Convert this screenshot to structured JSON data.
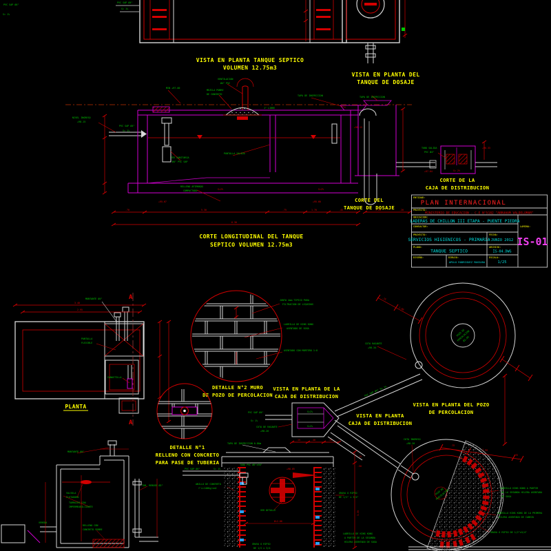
{
  "top": {
    "edge_pipe": "PVC SAP Ø4\"",
    "edge_slope": "S= 1%",
    "inlet_pipe": "PVC SAP Ø4\"",
    "inlet_slope": "S= 1%",
    "septic_plan_title_1": "VISTA EN PLANTA TANQUE SEPTICO",
    "septic_plan_title_2": "VOLUMEN 12.75m3",
    "dosaje_plan_title_1": "VISTA EN PLANTA DEL",
    "dosaje_plan_title_2": "TANQUE DE DOSAJE"
  },
  "corte": {
    "min_level": "MIN +97.00",
    "vent_1": "VENTILACION",
    "vent_2": "Ø4\" PVC",
    "mezcla_1": "MEZCLA POBRE",
    "mezcla_2": "DE CONCRETO",
    "libre": "1\" LIBRE",
    "tapa": "TAPA DE INSPECCION",
    "nivel_1": "NIVEL INGRESO",
    "nivel_2": "+98.15",
    "pvc": "PVC SAP Ø4\"",
    "slope": "S= 1%",
    "tee_1": "TEE SANITARIA",
    "tee_2": "Ø4\" PVC SAP",
    "pantalla": "PANTALLA SALIDA",
    "relleno_1": "RELLENO AFIRMADO",
    "relleno_2": "COMPACTADO",
    "s2_left": "S=2%",
    "s2_right": "S=2%",
    "lvl_left": "+95.67",
    "lvl_right": "+95.60",
    "d1": ".70",
    "d2": "5.30",
    "d3": ".75",
    "d4": "1.70",
    "d5": ".45",
    "total": "6.30",
    "dos1": "1.20",
    "dos2": ".20",
    "title_1": "CORTE LONGITUDINAL DEL TANQUE",
    "title_2": "SEPTICO VOLUMEN 12.75m3",
    "dosaje_title_1": "CORTE DEL",
    "dosaje_title_2": "TANQUE DE DOSAJE",
    "dosaje_tapa": "TAPA DE INSPECCION",
    "dosaje_lvl": "+98.13"
  },
  "caja_corte": {
    "tubo_1": "TUBO SALIDA",
    "tubo_2": "PVC Ø4\"",
    "lvl_in": "+97.64",
    "lvl_out": "+98.33",
    "slope": "S= 2%",
    "title_1": "CORTE DE LA",
    "title_2": "CAJA DE DISTRIBUCION"
  },
  "titleblock": {
    "l_entidad": "ENTIDAD:",
    "entidad": "PLAN INTERNACIONAL",
    "l_proyecto": "PROYECTO:",
    "proyecto": "MINISTERIO DE EDUCACION - C.E N°5182 \"ABRAHAM VALDELOMAR\"",
    "l_ubicacion": "UBICACION:",
    "ubicacion": "LADERAS DE CHILLON III ETAPA - PUENTE PIEDRA",
    "l_consultor": "CONSULTOR:",
    "l_proyecto2": "PROYECTO:",
    "proyecto2": "SERVICIOS HIGIENICOS - PRIMARIA",
    "l_fecha": "FECHA:",
    "fecha": "JUNIO 2012",
    "l_plano": "PLANO:",
    "plano": "TANQUE SEPTICO",
    "l_archivo": "ARCHIVO:",
    "archivo": "IS-04.DWG",
    "l_diseno": "DISEÑO:",
    "l_dibujo": "DIBUJO:",
    "dibujo": "APOLO RODRIGUEZ MASSARA",
    "l_escala": "ESCALA:",
    "escala": "1/25",
    "l_lamina": "LAMINA:",
    "lamina": "IS-01"
  },
  "planta": {
    "montante": "MONTANTE Ø4\"",
    "pantalla_1": "PANTALLA",
    "pantalla_2": "FLEXIBLE",
    "canastilla": "CANASTILLA",
    "marker_top": "A",
    "marker_bottom": "A",
    "title": "PLANTA",
    "dim_top": "3.40",
    "dim_top2": "2.95"
  },
  "detalle2": {
    "junta_1": "JUNTA 4mm TIPICO PARA",
    "junta_2": "FILTRACION DE LIQUIDOS",
    "ladrillo_1": "LADRILLO DE KING KONG",
    "ladrillo_2": "ASENTADO DE SOGA",
    "mortero": "ASENTADO CON MORTERO 1:8",
    "title_1": "DETALLE N°2 MURO",
    "title_2": "DE POZO DE PERCOLACION"
  },
  "detalle1": {
    "title_1": "DETALLE N°1",
    "title_2": "RELLENO CON CONCRETO",
    "title_3": "PARA PASE DE TUBERIA"
  },
  "caja_planta": {
    "title_1": "VISTA EN PLANTA DE LA",
    "title_2": "CAJA DE DISTRIBUCION",
    "pvc": "PVC SAP Ø4\"",
    "slope": "S= 1%",
    "cota_1": "COTA DE RASANTE",
    "cota_2": "+98.26",
    "s1": "S=2%",
    "s2": "S=2%",
    "dim1": ".15",
    "dim2": ".40",
    "dim3": ".15"
  },
  "pozo_planta": {
    "title_1": "VISTA EN PLANTA DEL POZO",
    "title_2": "DE PERCOLACION",
    "caja_title_1": "VISTA EN PLANTA",
    "caja_title_2": "CAJA DE DISTRIBUCION",
    "cota_1": "COTA RASANTE",
    "cota_2": "+98.34",
    "pipe": "PVC SAP Ø4\"  S= 1%",
    "center_1": "POZO DE",
    "center_2": "PERCOLACION",
    "center_3": "Ø2.00",
    "dim1": ".15",
    "dim2": "1.00"
  },
  "corte_valvula": {
    "montante": "MONTANTE Ø4\"",
    "valvula_1": "VALVULA",
    "valvula_2": "FLOTADORA",
    "tarrajeo_1": "TARRAJEO CON",
    "tarrajeo_2": "IMPERMEABILIZANTE",
    "vereda": "VEREDA",
    "relleno_1": "RELLENO CON",
    "relleno_2": "CONCRETO POBRE",
    "rebose": "TUB. REBOSE Ø2\""
  },
  "corte_pozo": {
    "tapa": "TAPA DE INSPECCION 0.80ø",
    "tubo": "TUBO PVC Ø6\"x90°",
    "pvc": "PVC SAP Ø4\"",
    "slope": "S= 1%",
    "anillo_1": "ANILLO DE CONCRETO",
    "anillo_2": "f'c=140Kg/cm2",
    "ver_detalle": "VER DETALLE",
    "lvl": "+98.05",
    "grava_r_1": "GRAVA O RIPIO",
    "grava_r_2": "DE 1/2\" x 3/4\"",
    "grava_b_1": "GRAVA O RIPIO",
    "grava_b_2": "DE 1/2 x 3/4",
    "diam": "Ø=2.00",
    "dim_r1": ".15",
    "dim_r2": ".50",
    "dim_r3": "3.35",
    "lad_1": "LADRILLO DE KING KONG",
    "lad_2": "A PARTIR DE LA SEGUNDA",
    "lad_3": "HILERA ASENTADO DE SOGA"
  },
  "pozo_hatch": {
    "cota_1": "COTA INGRESO",
    "cota_2": "+98.26",
    "lad1_1": "LADRILLO KING KONG A PARTIR",
    "lad1_2": "DE LA SEGUNDA HILERA ASENTADA",
    "lad1_3": "DE SOGA",
    "lad2_1": "LADRILLO KING KONG DE LA PRIMERA",
    "lad2_2": "HILERA ASENTADO DE CABEZA",
    "grava": "GRAVA O RIPIO DE 1/2\"x3/4\"",
    "center_1": "POZO DE",
    "center_2": "PERCOLACION",
    "dim1": ".15",
    "dim2": "1.00",
    "dim3": ".15"
  }
}
